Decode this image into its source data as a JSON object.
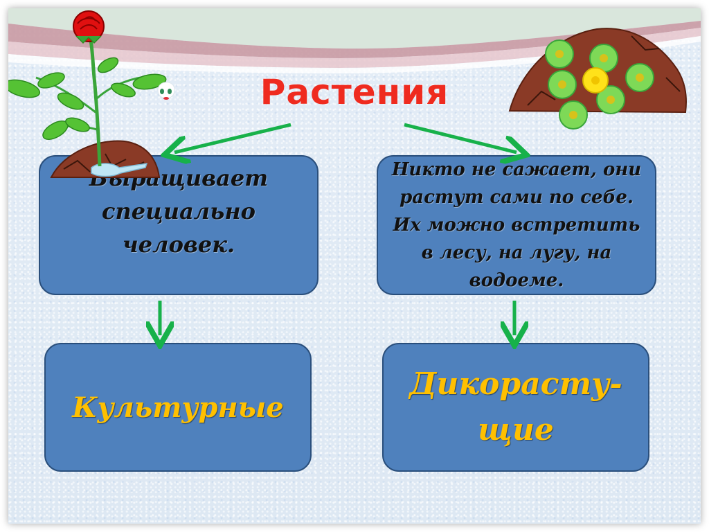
{
  "title": "Растения",
  "cultivated_description": "Выращивает специально человек.",
  "wild_description": "Никто не сажает, они растут сами по себе. Их можно встретить в лесу, на лугу, на водоеме.",
  "cultivated_label": "Культурные",
  "wild_label_line1": "Дикорасту-",
  "wild_label_line2": "щие",
  "colors": {
    "title": "#ef2b1f",
    "box_fill": "#4f81bd",
    "category_text": "#ffc000",
    "arrow": "#17b14a"
  },
  "icons": [
    "rose-in-soil-icon",
    "face-icon",
    "flower-bed-icon"
  ]
}
